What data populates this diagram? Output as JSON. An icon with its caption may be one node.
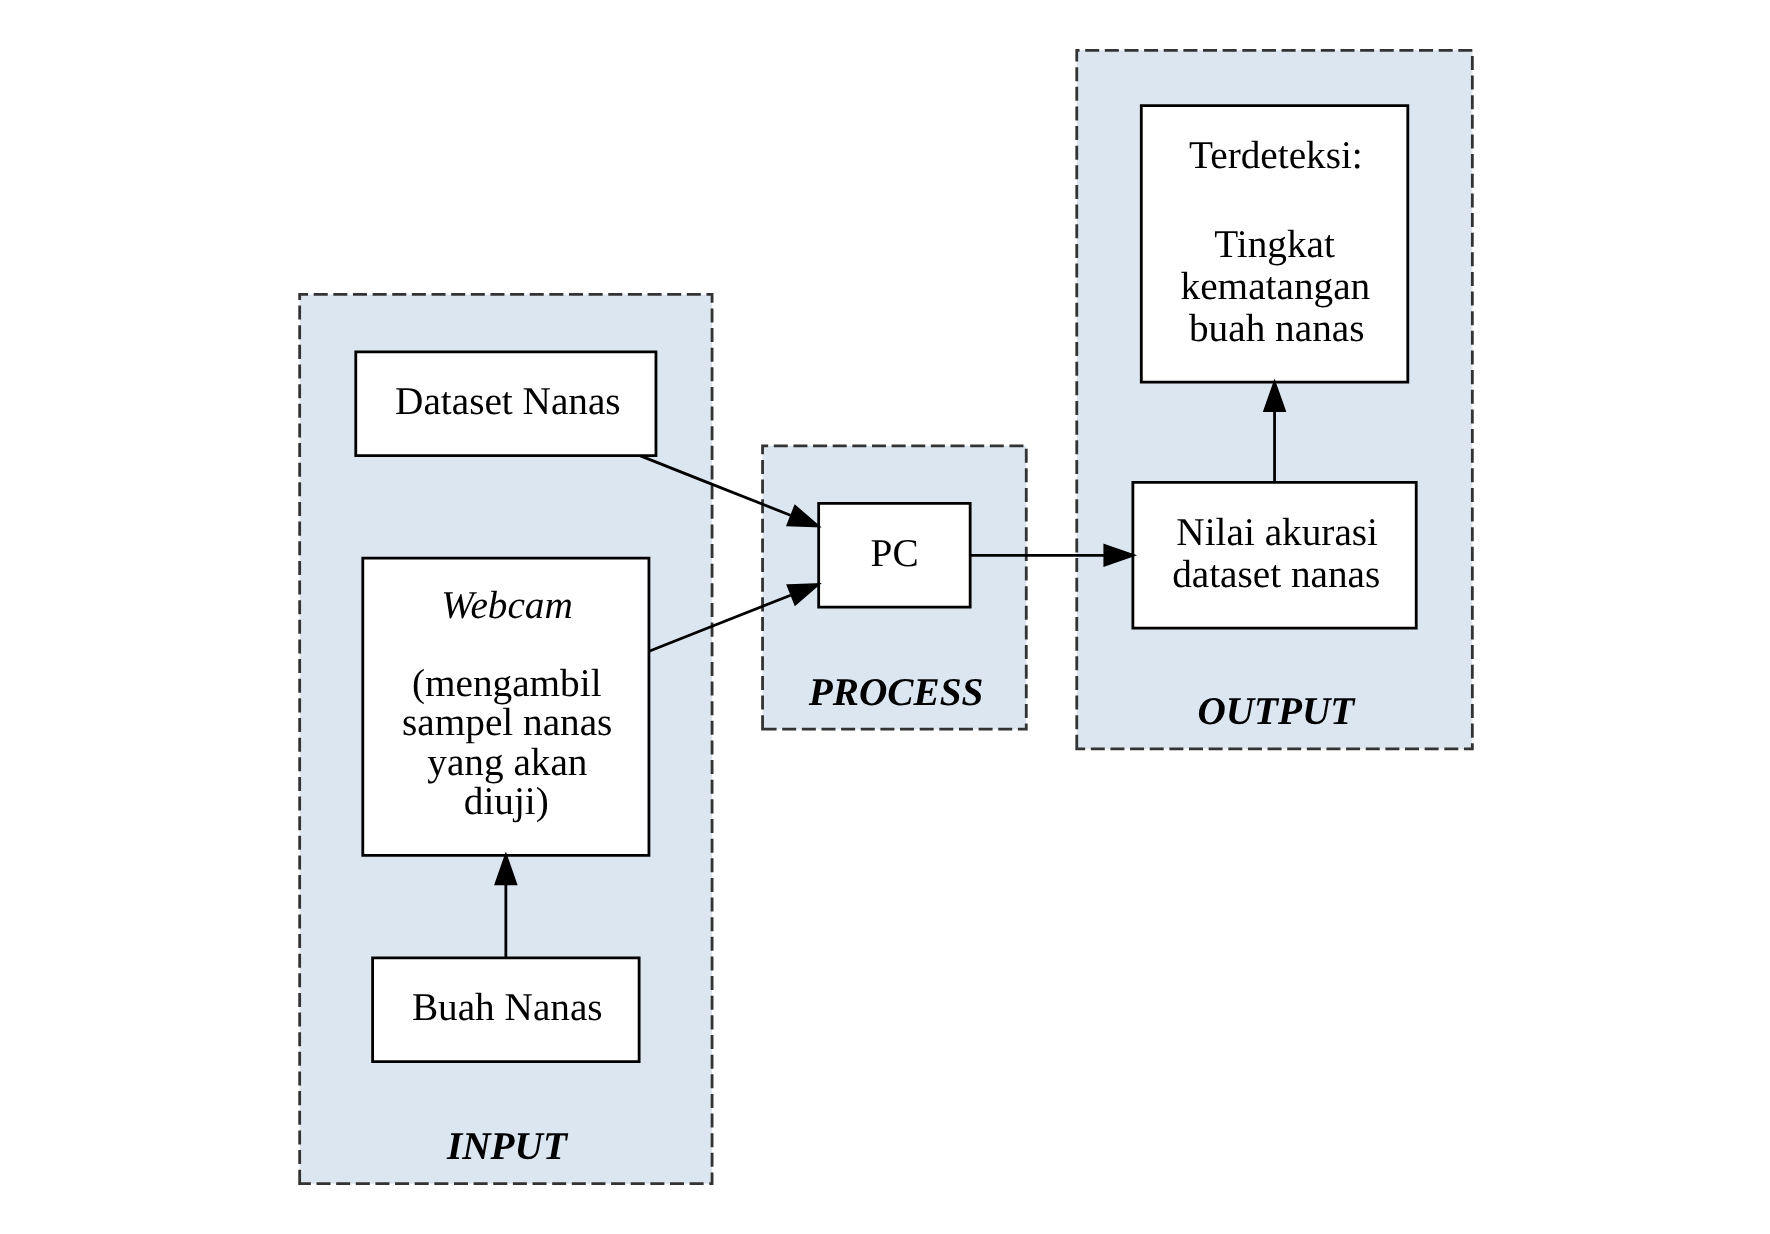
{
  "diagram": {
    "nodes": [
      {
        "text": [
          "INPUT"
        ]
      },
      {
        "text": [
          "Dataset Nanas"
        ],
        "in": 0
      },
      {
        "text": [
          "Buah Nanas"
        ],
        "in": 0
      },
      {
        "text": [
          "Webcam",
          "(mengambil sampel nanas yang akan diuji)"
        ],
        "in": 0
      },
      {
        "text": [
          "PROCESS"
        ]
      },
      {
        "text": [
          "PC"
        ],
        "in": 4
      },
      {
        "text": [
          "OUTPUT"
        ]
      },
      {
        "text": [
          "Nilai akurasi dataset nanas"
        ],
        "in": 6
      },
      {
        "text": [
          "Terdeteksi:",
          "Tingkat kematangan buah nanas"
        ],
        "in": 6
      }
    ],
    "edges": [
      {
        "from": 1,
        "to": 5,
        "arrow": "to"
      },
      {
        "from": 2,
        "to": 3,
        "arrow": "to"
      },
      {
        "from": 3,
        "to": 5,
        "arrow": "to"
      },
      {
        "from": 5,
        "to": 7,
        "arrow": "to"
      },
      {
        "from": 7,
        "to": 8,
        "arrow": "to"
      }
    ]
  }
}
